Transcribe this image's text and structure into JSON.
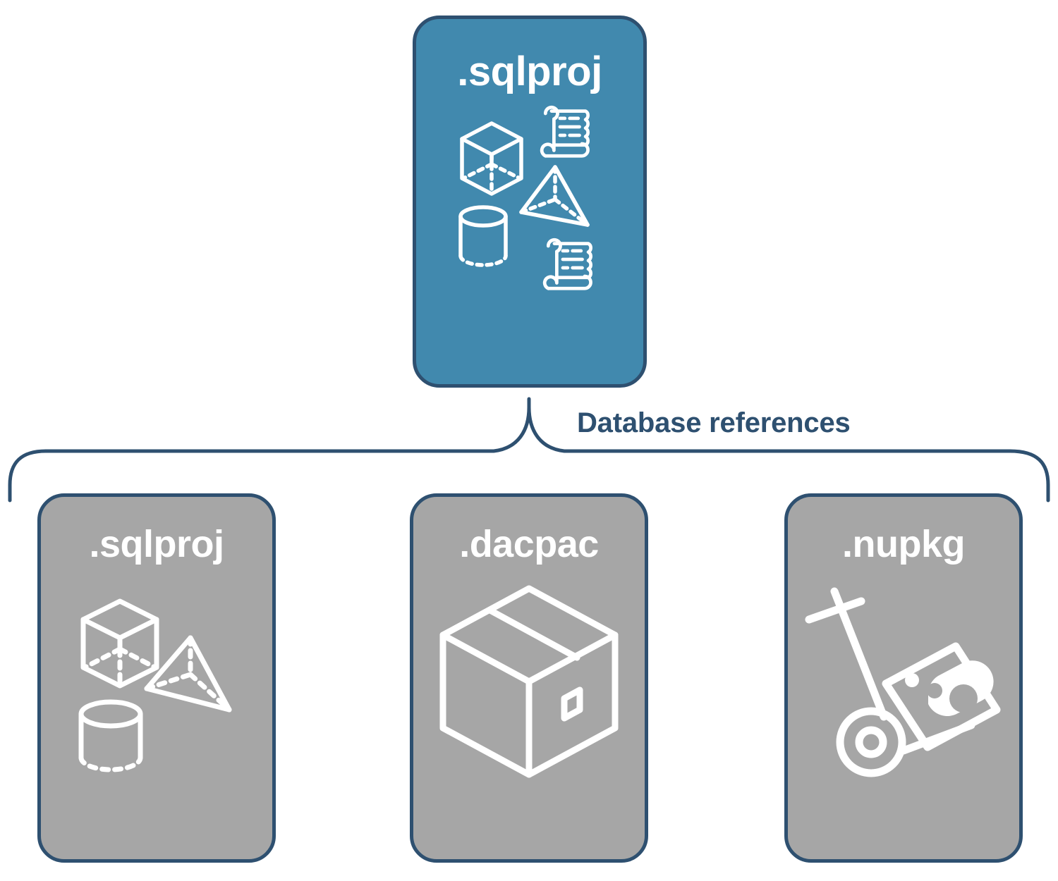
{
  "diagram": {
    "title_text": "Database references",
    "colors": {
      "accent_blue": "#4189ae",
      "border_navy": "#2e5070",
      "card_gray": "#a6a6a6",
      "icon_white": "#ffffff",
      "background": "#ffffff"
    }
  },
  "root": {
    "label": ".sqlproj",
    "icons": [
      "cube-icon",
      "pyramid-icon",
      "cylinder-icon",
      "scroll-icon",
      "scroll-icon"
    ]
  },
  "connector": {
    "label": "Database references"
  },
  "children": [
    {
      "id": "sqlproj",
      "label": ".sqlproj",
      "icons": [
        "cube-icon",
        "pyramid-icon",
        "cylinder-icon"
      ]
    },
    {
      "id": "dacpac",
      "label": ".dacpac",
      "icons": [
        "package-box-icon"
      ]
    },
    {
      "id": "nupkg",
      "label": ".nupkg",
      "icons": [
        "hand-truck-package-icon"
      ]
    }
  ]
}
